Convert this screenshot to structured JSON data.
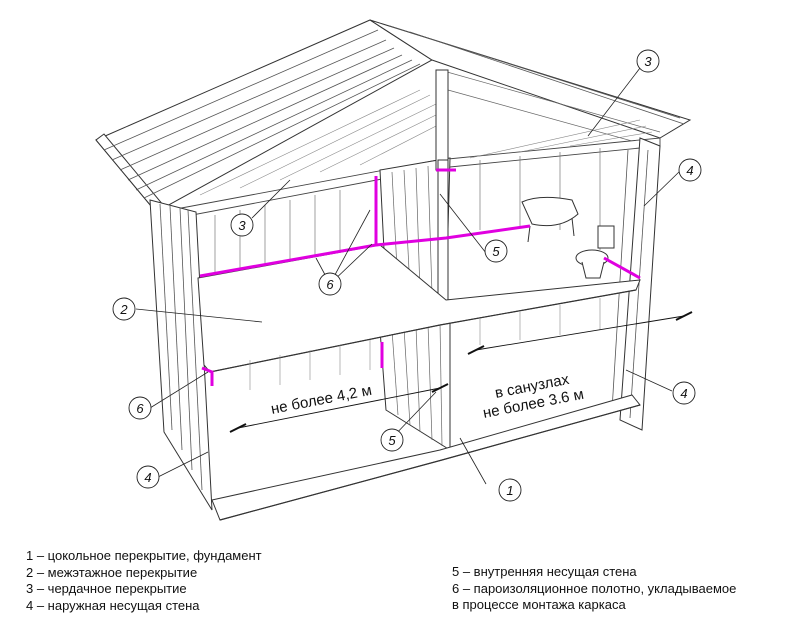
{
  "callouts": [
    "1",
    "2",
    "3",
    "3",
    "4",
    "4",
    "4",
    "5",
    "5",
    "6",
    "6"
  ],
  "dimensions": {
    "main_span": "не более 4,2 м",
    "bath_span_line1": "в санузлах",
    "bath_span_line2": "не более 3.6 м"
  },
  "legend": {
    "left": [
      "1 – цокольное перекрытие, фундамент",
      "2 – межэтажное перекрытие",
      "3 – чердачное перекрытие",
      "4 – наружная несущая стена"
    ],
    "right": [
      "5 – внутренняя несущая стена",
      "6 – пароизоляционное полотно, укладываемое",
      "в процессе монтажа каркаса"
    ]
  },
  "colors": {
    "line": "#333333",
    "vapor_barrier": "#e000e0",
    "background": "#ffffff"
  }
}
